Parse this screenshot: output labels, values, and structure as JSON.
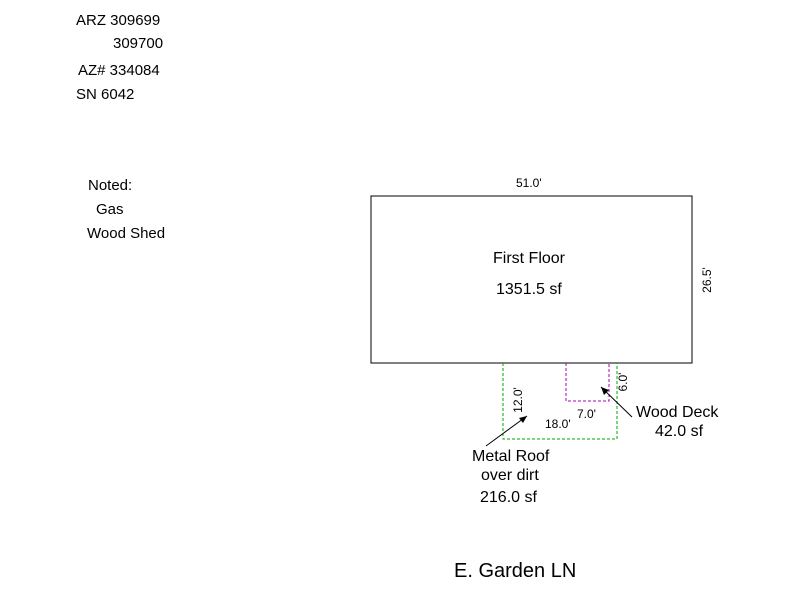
{
  "header": {
    "arz_line1": "ARZ 309699",
    "arz_line2": "309700",
    "az_number": "AZ# 334084",
    "sn_number": "SN 6042"
  },
  "notes": {
    "heading": "Noted:",
    "items": [
      "Gas",
      "Wood Shed"
    ]
  },
  "sketch": {
    "main_structure": {
      "label": "First Floor",
      "area": "1351.5 sf",
      "width_label": "51.0'",
      "depth_label": "26.5'"
    },
    "metal_roof": {
      "label_line1": "Metal Roof",
      "label_line2": "over dirt",
      "area": "216.0 sf",
      "width_label": "18.0'",
      "depth_label": "12.0'",
      "color": "#00aa00"
    },
    "wood_deck": {
      "label": "Wood Deck",
      "area": "42.0 sf",
      "width_label": "7.0'",
      "depth_label": "6.0'",
      "color": "#b000b0"
    }
  },
  "street": {
    "name": "E. Garden LN"
  }
}
